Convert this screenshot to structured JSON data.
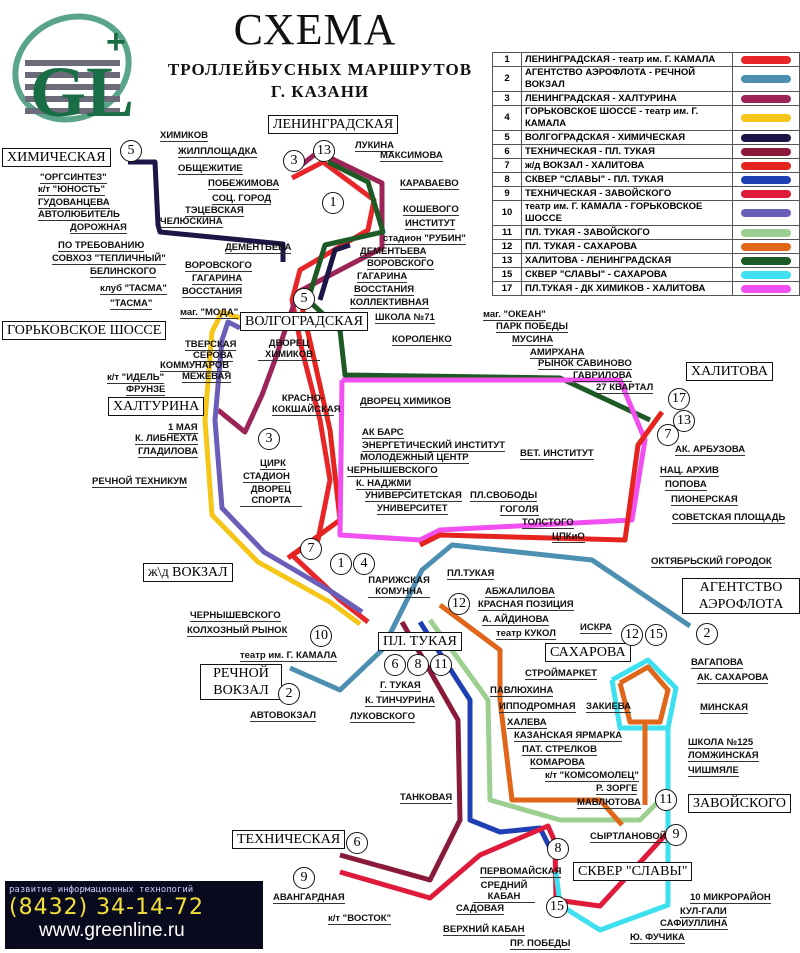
{
  "logo_text": "GL+",
  "title": {
    "line1": "СХЕМА",
    "line2": "ТРОЛЛЕЙБУСНЫХ МАРШРУТОВ",
    "line3": "Г. КАЗАНИ"
  },
  "legend": [
    {
      "num": "1",
      "name": "ЛЕНИНГРАДСКАЯ - театр им. Г. КАМАЛА",
      "color": "#e8262a"
    },
    {
      "num": "2",
      "name": "АГЕНТСТВО АЭРОФЛОТА - РЕЧНОЙ ВОКЗАЛ",
      "color": "#4d8fb0"
    },
    {
      "num": "3",
      "name": "ЛЕНИНГРАДСКАЯ - ХАЛТУРИНА",
      "color": "#9c2458"
    },
    {
      "num": "4",
      "name": "ГОРЬКОВСКОЕ ШОССЕ - театр им. Г. КАМАЛА",
      "color": "#f5c518"
    },
    {
      "num": "5",
      "name": "ВОЛГОГРАДСКАЯ - ХИМИЧЕСКАЯ",
      "color": "#1c1545"
    },
    {
      "num": "6",
      "name": "ТЕХНИЧЕСКАЯ - ПЛ. ТУКАЯ",
      "color": "#8a1a3a"
    },
    {
      "num": "7",
      "name": "ж/д ВОКЗАЛ - ХАЛИТОВА",
      "color": "#e5241f"
    },
    {
      "num": "8",
      "name": "СКВЕР \"СЛАВЫ\" - ПЛ. ТУКАЯ",
      "color": "#1f3fb5"
    },
    {
      "num": "9",
      "name": "ТЕХНИЧЕСКАЯ - ЗАВОЙСКОГО",
      "color": "#e01a3a"
    },
    {
      "num": "10",
      "name": "театр им. Г. КАМАЛА - ГОРЬКОВСКОЕ ШОССЕ",
      "color": "#6a5fb8"
    },
    {
      "num": "11",
      "name": "ПЛ. ТУКАЯ - ЗАВОЙСКОГО",
      "color": "#9ccf8f"
    },
    {
      "num": "12",
      "name": "ПЛ. ТУКАЯ - САХАРОВА",
      "color": "#e0661a"
    },
    {
      "num": "13",
      "name": "ХАЛИТОВА - ЛЕНИНГРАДСКАЯ",
      "color": "#1d5a25"
    },
    {
      "num": "15",
      "name": "СКВЕР \"СЛАВЫ\" - САХАРОВА",
      "color": "#3ee0f0"
    },
    {
      "num": "17",
      "name": "ПЛ.ТУКАЯ - ДК ХИМИКОВ - ХАЛИТОВА",
      "color": "#f24ff0"
    }
  ],
  "terminals": [
    "ЛЕНИНГРАДСКАЯ",
    "ХИМИЧЕСКАЯ",
    "ГОРЬКОВСКОЕ ШОССЕ",
    "ВОЛГОГРАДСКАЯ",
    "ХАЛТУРИНА",
    "ХАЛИТОВА",
    "ж\\д ВОКЗАЛ",
    "АГЕНТСТВО АЭРОФЛОТА",
    "ПЛ. ТУКАЯ",
    "РЕЧНОЙ ВОКЗАЛ",
    "САХАРОВА",
    "ЗАВОЙСКОГО",
    "ТЕХНИЧЕСКАЯ",
    "СКВЕР \"СЛАВЫ\""
  ],
  "stops": [
    "ХИМИКОВ",
    "ЖИЛПЛОЩАДКА",
    "ОБЩЕЖИТИЕ",
    "ПОБЕЖИМОВА",
    "СОЦ. ГОРОД",
    "ТЭЦЕВСКАЯ",
    "ЧЕЛЮСКИНА",
    "\"ОРГСИНТЕЗ\"",
    "к/т \"ЮНОСТЬ\"",
    "ГУДОВАНЦЕВА",
    "АВТОЛЮБИТЕЛЬ",
    "ДОРОЖНАЯ",
    "ПО ТРЕБОВАНИЮ",
    "СОВХОЗ \"ТЕПЛИЧНЫЙ\"",
    "БЕЛИНСКОГО",
    "ДЕМЕНТЬЕВА",
    "ВОРОВСКОГО",
    "ГАГАРИНА",
    "ВОССТАНИЯ",
    "клуб \"ТАСМА\"",
    "\"ТАСМА\"",
    "маг. \"МОДА\"",
    "ЛУКИНА",
    "МАКСИМОВА",
    "КАРАВАЕВО",
    "КОШЕВОГО",
    "ИНСТИТУТ",
    "стадион \"РУБИН\"",
    "ДЕМЕНТЬЕВА",
    "ВОРОВСКОГО",
    "ГАГАРИНА",
    "ВОССТАНИЯ",
    "КОЛЛЕКТИВНАЯ",
    "ШКОЛА №71",
    "КОРОЛЕНКО",
    "маг. \"ОКЕАН\"",
    "ПАРК ПОБЕДЫ",
    "МУСИНА",
    "АМИРХАНА",
    "РЫНОК САВИНОВО",
    "ГАВРИЛОВА",
    "27 КВАРТАЛ",
    "ТВЕРСКАЯ",
    "СЕРОВА",
    "КОММУНАРОВ",
    "МЕЖЕВАЯ",
    "к/т \"ИДЕЛЬ\"",
    "ФРУНЗЕ",
    "ДВОРЕЦ ХИМИКОВ",
    "КРАСНО-КОКШАЙСКАЯ",
    "1 МАЯ",
    "К. ЛИБНЕХТА",
    "ГЛАДИЛОВА",
    "РЕЧНОЙ ТЕХНИКУМ",
    "ЦИРК",
    "СТАДИОН",
    "ДВОРЕЦ СПОРТА",
    "ДВОРЕЦ ХИМИКОВ",
    "АК БАРС",
    "ЭНЕРГЕТИЧЕСКИЙ ИНСТИТУТ",
    "МОЛОДЕЖНЫЙ ЦЕНТР",
    "ЧЕРНЫШЕВСКОГО",
    "К. НАДЖМИ",
    "УНИВЕРСИТЕТСКАЯ",
    "УНИВЕРСИТЕТ",
    "ВЕТ. ИНСТИТУТ",
    "ПЛ.СВОБОДЫ",
    "ГОГОЛЯ",
    "ТОЛСТОГО",
    "ЦПКиО",
    "АК. АРБУЗОВА",
    "НАЦ. АРХИВ",
    "ПОПОВА",
    "ПИОНЕРСКАЯ",
    "СОВЕТСКАЯ ПЛОЩАДЬ",
    "ОКТЯБРЬСКИЙ ГОРОДОК",
    "ПАРИЖСКАЯ КОМУННА",
    "ПЛ.ТУКАЯ",
    "АБЖАЛИЛОВА",
    "КРАСНАЯ ПОЗИЦИЯ",
    "А. АЙДИНОВА",
    "театр КУКОЛ",
    "ИСКРА",
    "ВАГАПОВА",
    "АК. САХАРОВА",
    "МИНСКАЯ",
    "ШКОЛА №125",
    "ЛОМЖИНСКАЯ",
    "ЧИШМЯЛЕ",
    "СТРОЙМАРКЕТ",
    "ПАВЛЮХИНА",
    "ИППОДРОМНАЯ",
    "ЗАКИЕВА",
    "ХАЛЕВА",
    "КАЗАНСКАЯ ЯРМАРКА",
    "ПАТ. СТРЕЛКОВ",
    "КОМАРОВА",
    "к/т \"КОМСОМОЛЕЦ\"",
    "Р. ЗОРГЕ",
    "МАВЛЮТОВА",
    "СЫРТЛАНОВОЙ",
    "ТАНКОВАЯ",
    "ЧЕРНЫШЕВСКОГО",
    "КОЛХОЗНЫЙ РЫНОК",
    "театр им. Г. КАМАЛА",
    "Г. ТУКАЯ",
    "К. ТИНЧУРИНА",
    "ЛУКОВСКОГО",
    "АВТОВОКЗАЛ",
    "ПЕРВОМАЙСКАЯ",
    "СРЕДНИЙ КАБАН",
    "САДОВАЯ",
    "ВЕРХНИЙ КАБАН",
    "АВАНГАРДНАЯ",
    "к/т \"ВОСТОК\"",
    "ПР. ПОБЕДЫ",
    "10 МИКРОРАЙОН",
    "КУЛ-ГАЛИ",
    "САФИУЛЛИНА",
    "Ю. ФУЧИКА"
  ],
  "route_markers": [
    "5",
    "3",
    "13",
    "1",
    "5",
    "17",
    "13",
    "7",
    "3",
    "7",
    "1",
    "4",
    "10",
    "12",
    "6",
    "8",
    "11",
    "2",
    "2",
    "12",
    "15",
    "11",
    "9",
    "6",
    "9",
    "8",
    "15"
  ],
  "ad": {
    "tagline": "развитие информационных технологий",
    "phone": "(8432) 34-14-72",
    "url": "www.greenline.ru"
  }
}
